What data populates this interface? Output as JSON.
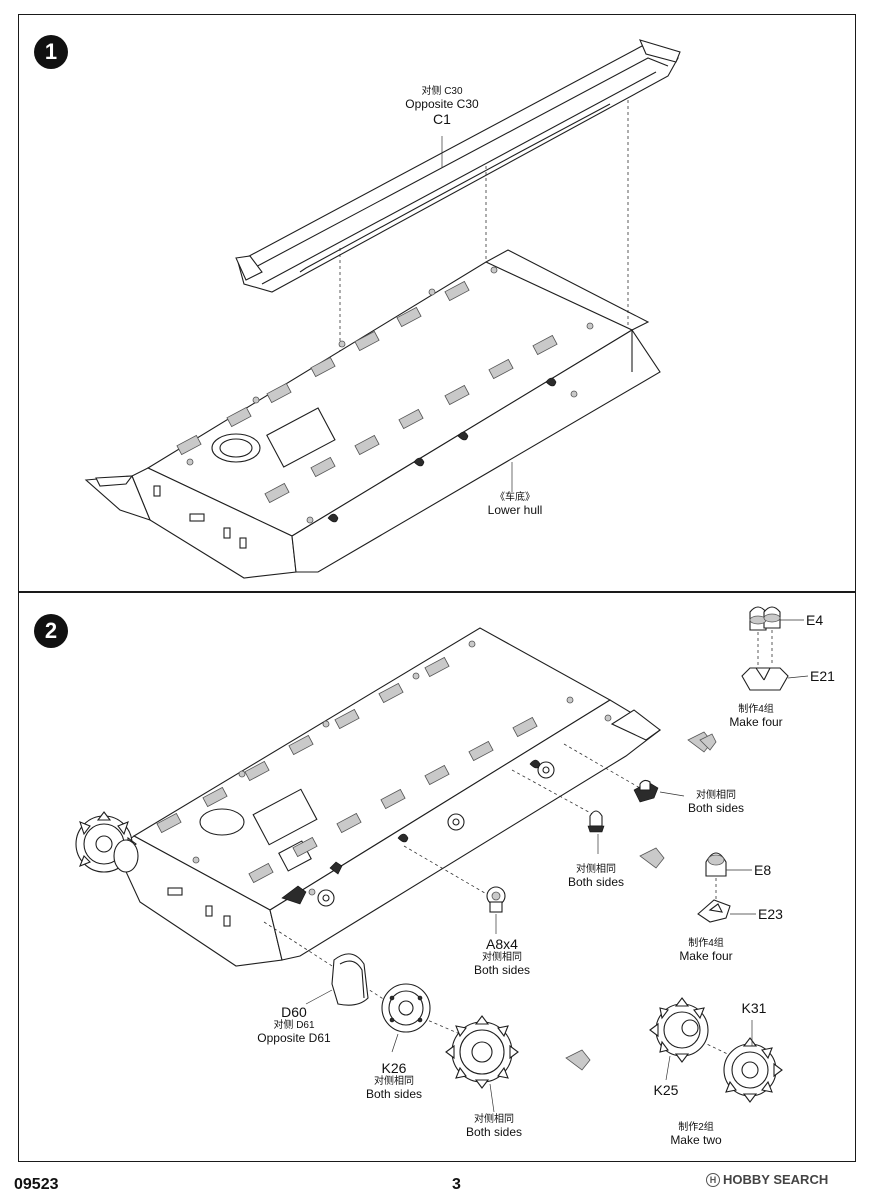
{
  "steps": [
    {
      "number": "1",
      "labels": {
        "c1_cn": "对侧 C30",
        "c1_en": "Opposite C30",
        "c1_code": "C1",
        "hull_cn": "《车底》",
        "hull_en": "Lower hull"
      }
    },
    {
      "number": "2",
      "labels": {
        "e4": "E4",
        "e21": "E21",
        "make_four_1_cn": "制作4组",
        "make_four_1_en": "Make four",
        "both_sides_1_cn": "对侧相同",
        "both_sides_1_en": "Both sides",
        "both_sides_2_cn": "对侧相同",
        "both_sides_2_en": "Both sides",
        "e8": "E8",
        "e23": "E23",
        "make_four_2_cn": "制作4组",
        "make_four_2_en": "Make four",
        "a8x4_code": "A8x4",
        "a8x4_cn": "对侧相同",
        "a8x4_en": "Both sides",
        "d60_code": "D60",
        "d60_cn": "对侧 D61",
        "d60_en": "Opposite D61",
        "k26_code": "K26",
        "k26_cn": "对侧相同",
        "k26_en": "Both sides",
        "sprocket_cn": "对侧相同",
        "sprocket_en": "Both sides",
        "k31": "K31",
        "k25": "K25",
        "make_two_cn": "制作2组",
        "make_two_en": "Make two"
      }
    }
  ],
  "footer": {
    "catalog_number": "09523",
    "page_number": "3",
    "watermark": "HOBBY SEARCH",
    "watermark_logo": "H"
  }
}
